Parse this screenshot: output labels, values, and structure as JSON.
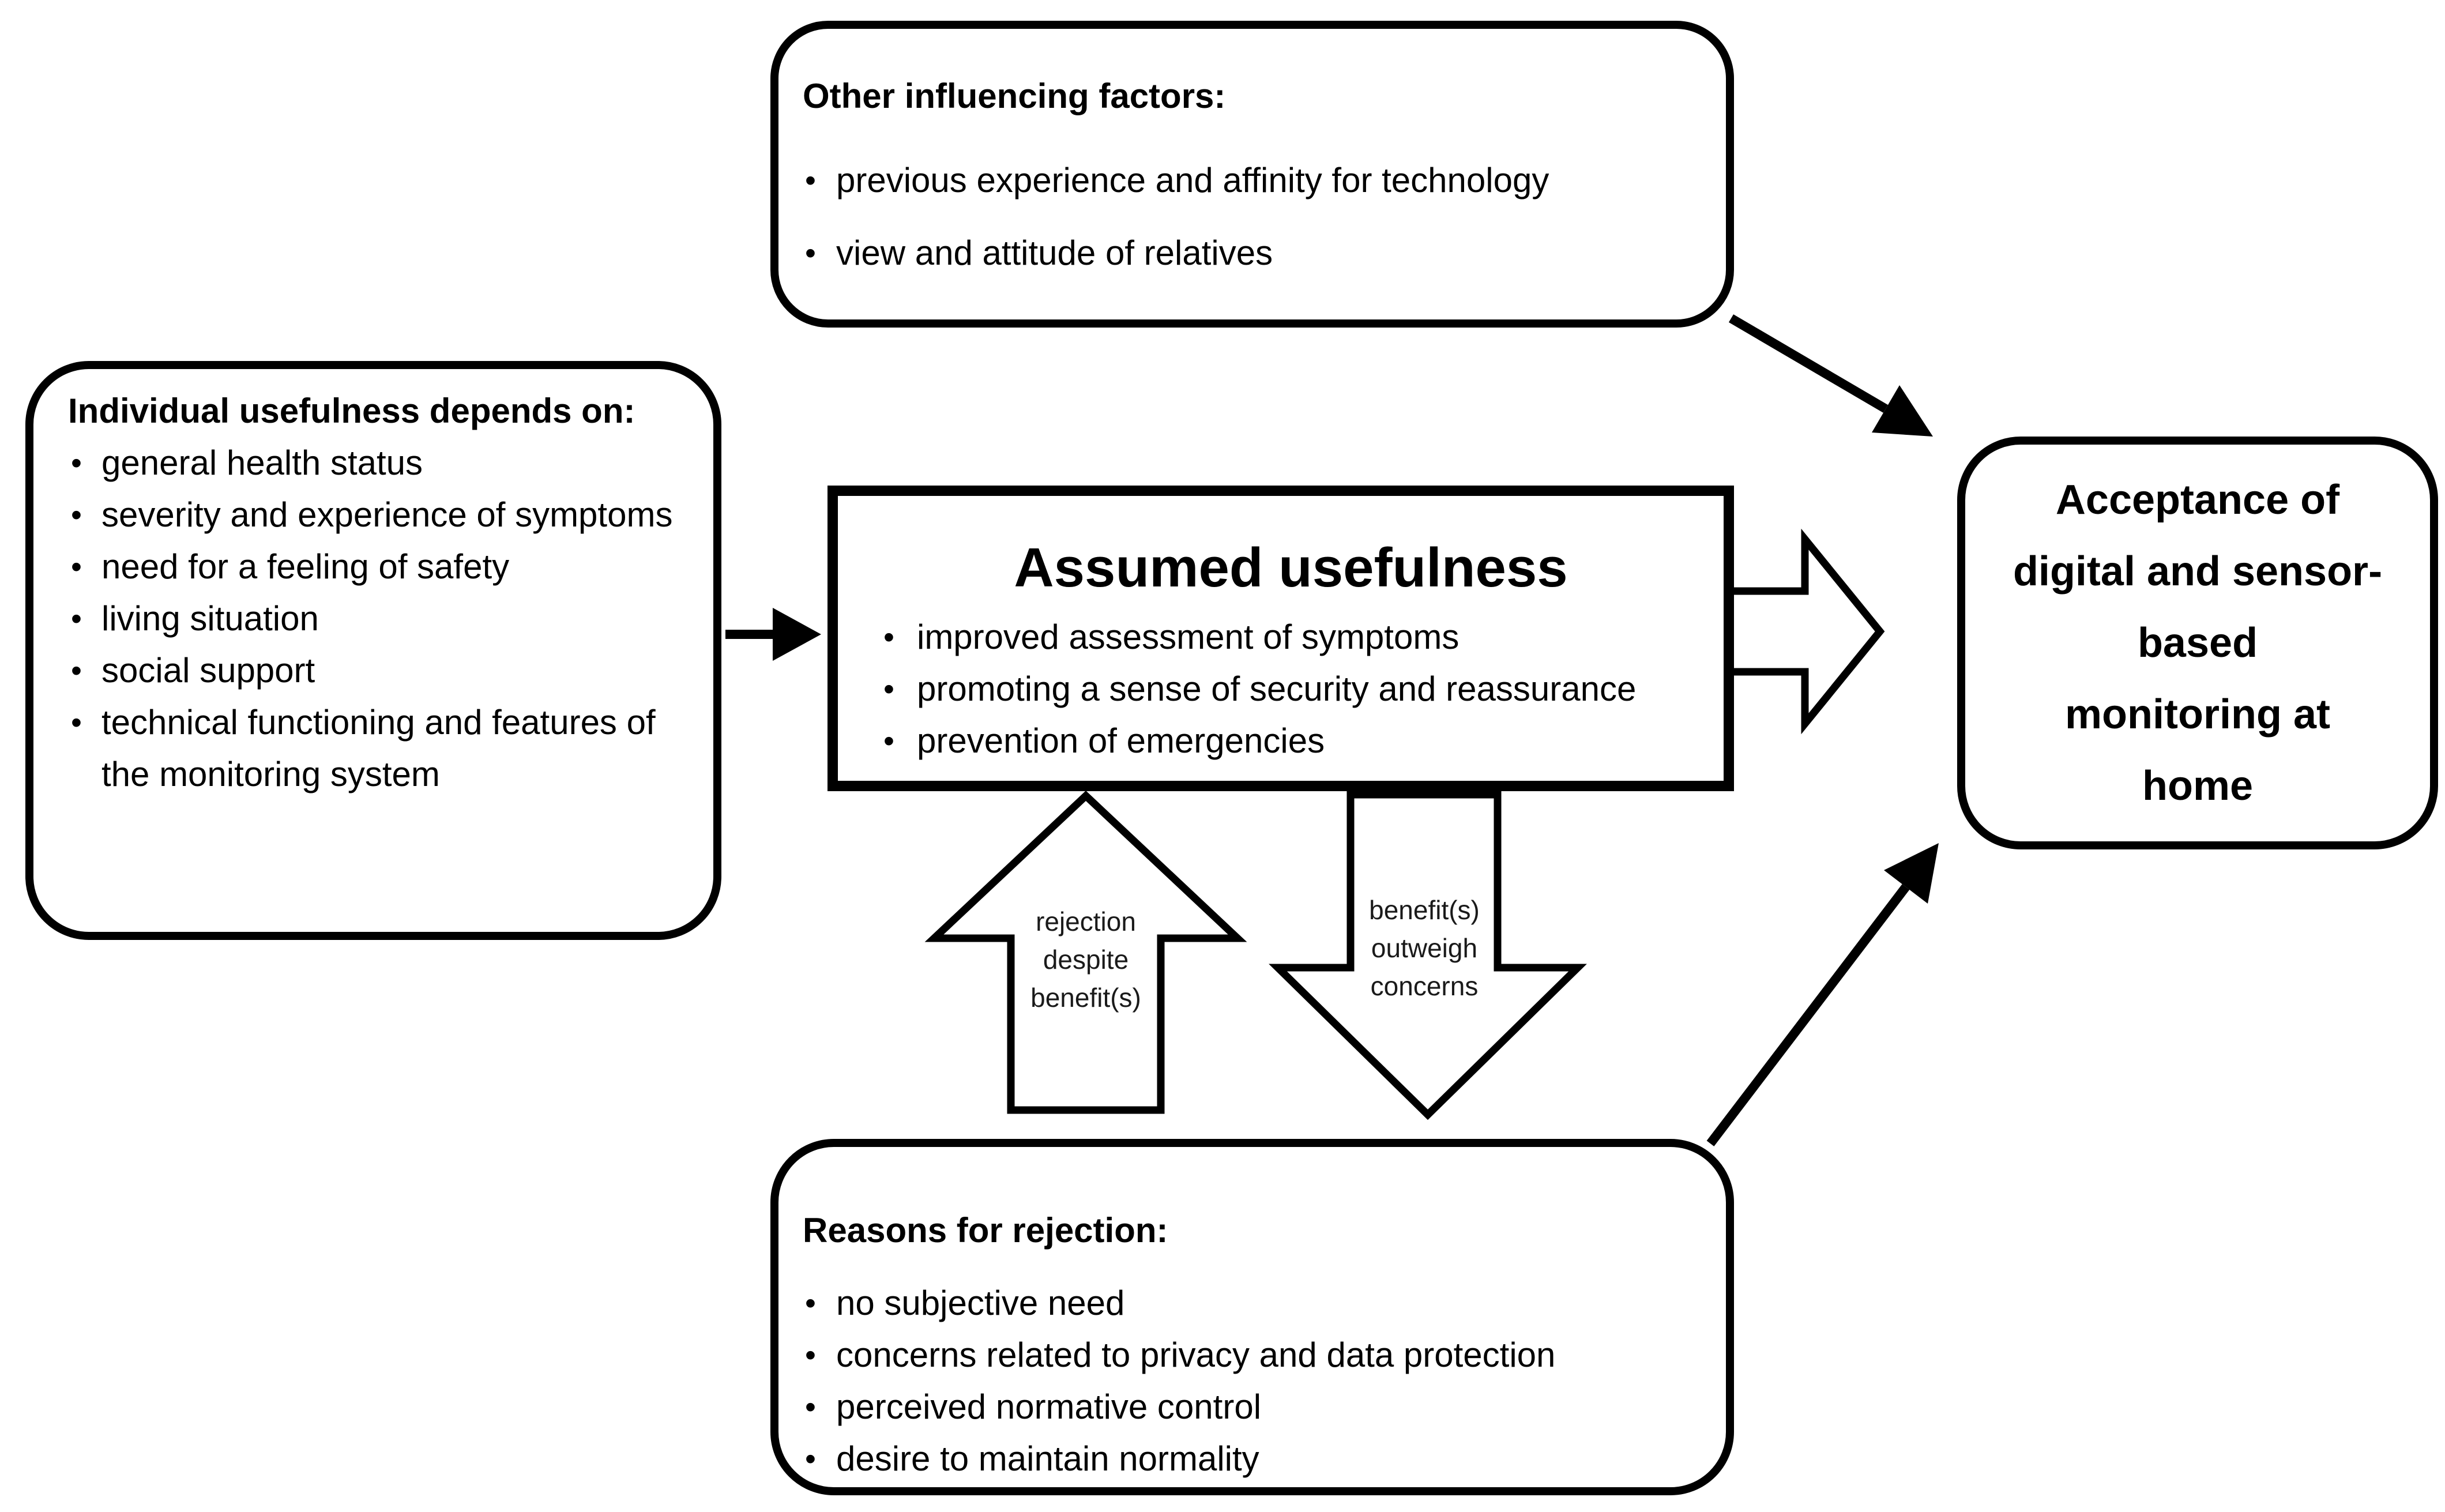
{
  "figure": {
    "background": "#ffffff",
    "line_color": "#000000",
    "boxes": {
      "other_factors": {
        "title": "Other influencing factors:",
        "bullets": [
          "previous experience and affinity for technology",
          "view and attitude of relatives"
        ]
      },
      "individual_usefulness": {
        "title": "Individual usefulness depends on:",
        "bullets": [
          "general health status",
          "severity and experience of symptoms",
          "need for a feeling of safety",
          "living situation",
          "social support",
          "technical functioning and features of the monitoring system"
        ]
      },
      "assumed_usefulness": {
        "title": "Assumed usefulness",
        "bullets": [
          "improved assessment of symptoms",
          "promoting a sense of security and reassurance",
          "prevention of emergencies"
        ]
      },
      "acceptance": {
        "title": "Acceptance of\ndigital and sensor-\nbased\nmonitoring at\nhome"
      },
      "reasons_rejection": {
        "title": "Reasons for rejection:",
        "bullets": [
          "no subjective need",
          "concerns related to privacy and data protection",
          "perceived normative control",
          "desire to maintain normality"
        ]
      }
    },
    "arrow_labels": {
      "up": "rejection\ndespite\nbenefit(s)",
      "down": "benefit(s)\noutweigh\nconcerns"
    }
  }
}
